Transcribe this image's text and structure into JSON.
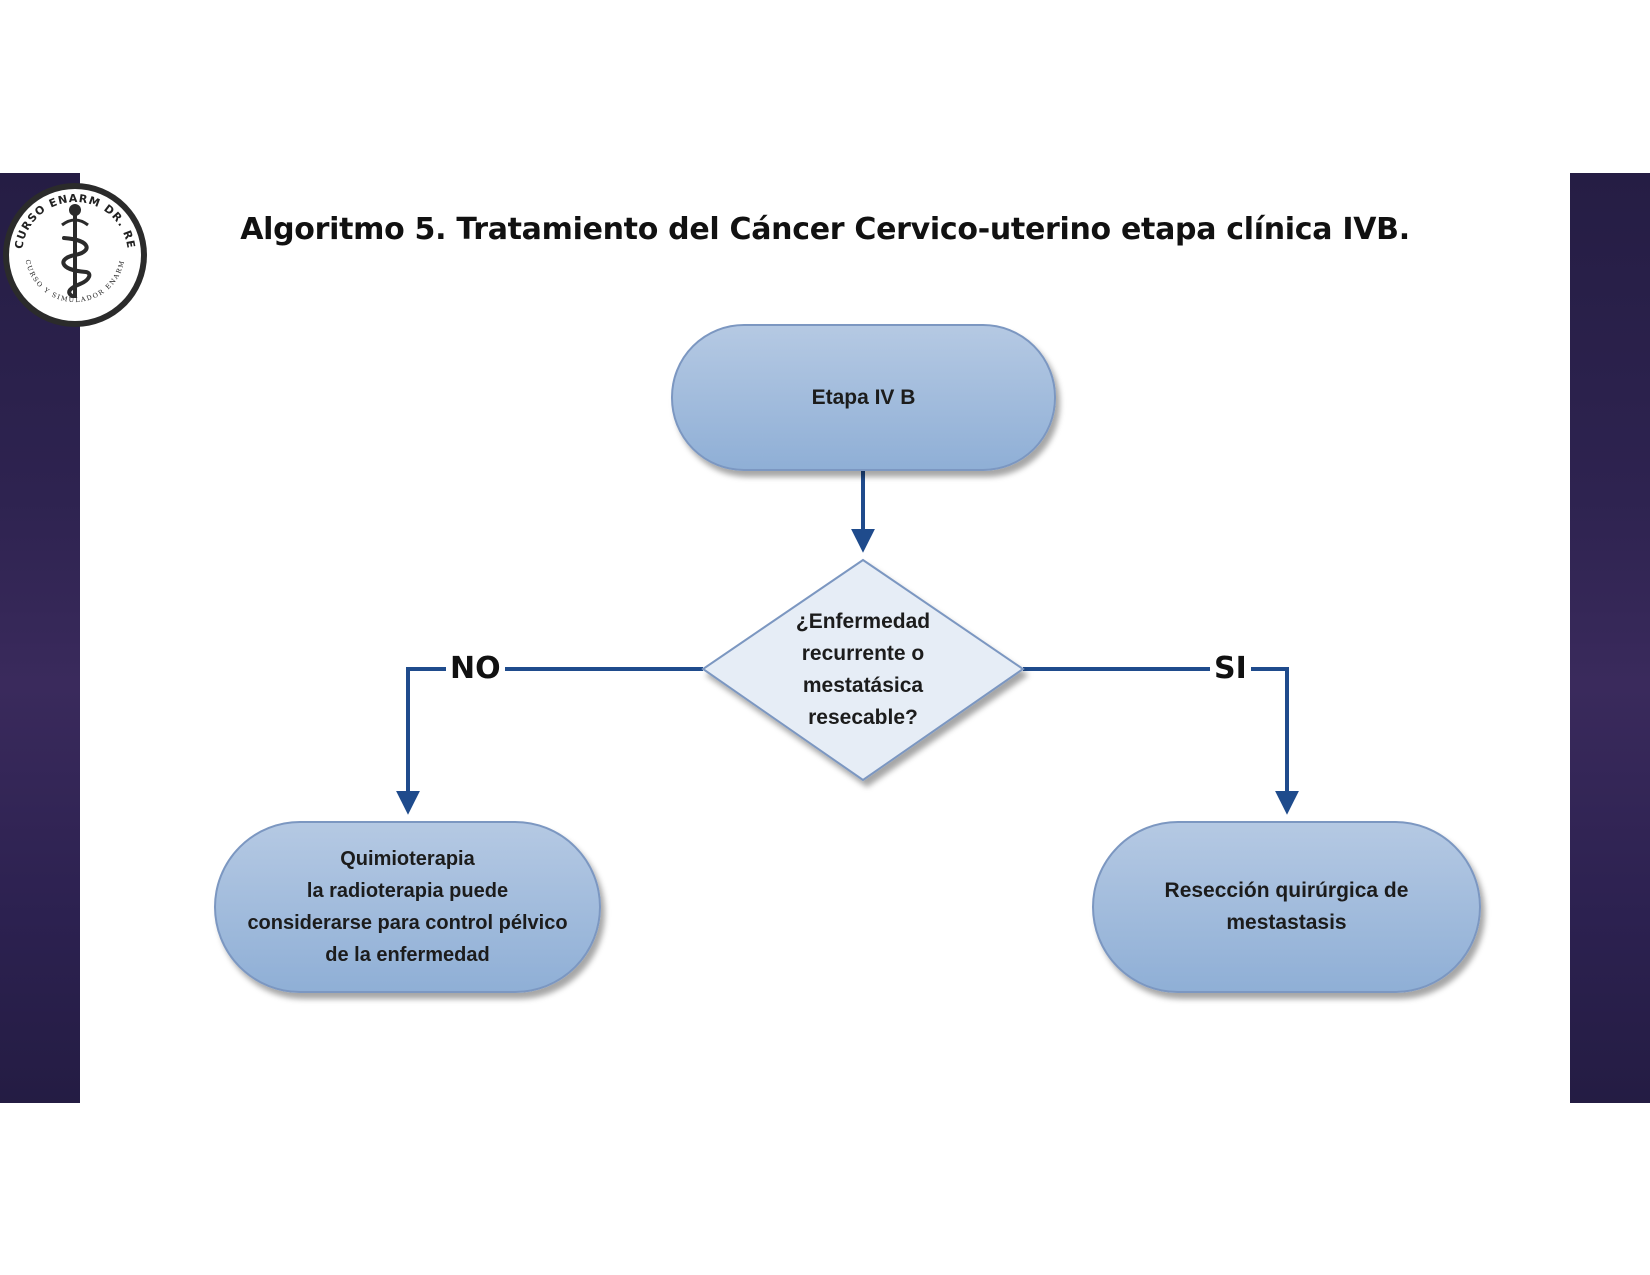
{
  "title": "Algoritmo 5. Tratamiento del Cáncer Cervico-uterino etapa clínica IVB.",
  "logo": {
    "top_text": "CURSO ENARM DR. RE",
    "bottom_text": "CURSO Y SIMULADOR ENARM",
    "icon": "caduceus-icon"
  },
  "colors": {
    "node_fill_top": "#b5c9e3",
    "node_fill_bottom": "#8fafd6",
    "node_stroke": "#7b97c1",
    "decision_fill": "#e6edf6",
    "connector": "#1f4b8c",
    "band": "#2a2050"
  },
  "nodes": {
    "start": "Etapa IV B",
    "decision": "¿Enfermedad\nrecurrente o\nmestatásica\nresecable?",
    "left": "Quimioterapia\nla radioterapia puede\nconsiderarse para control pélvico\nde la enfermedad",
    "right": "Resección quirúrgica de\nmestastasis"
  },
  "edges": {
    "no_label": "NO",
    "si_label": "SI"
  }
}
